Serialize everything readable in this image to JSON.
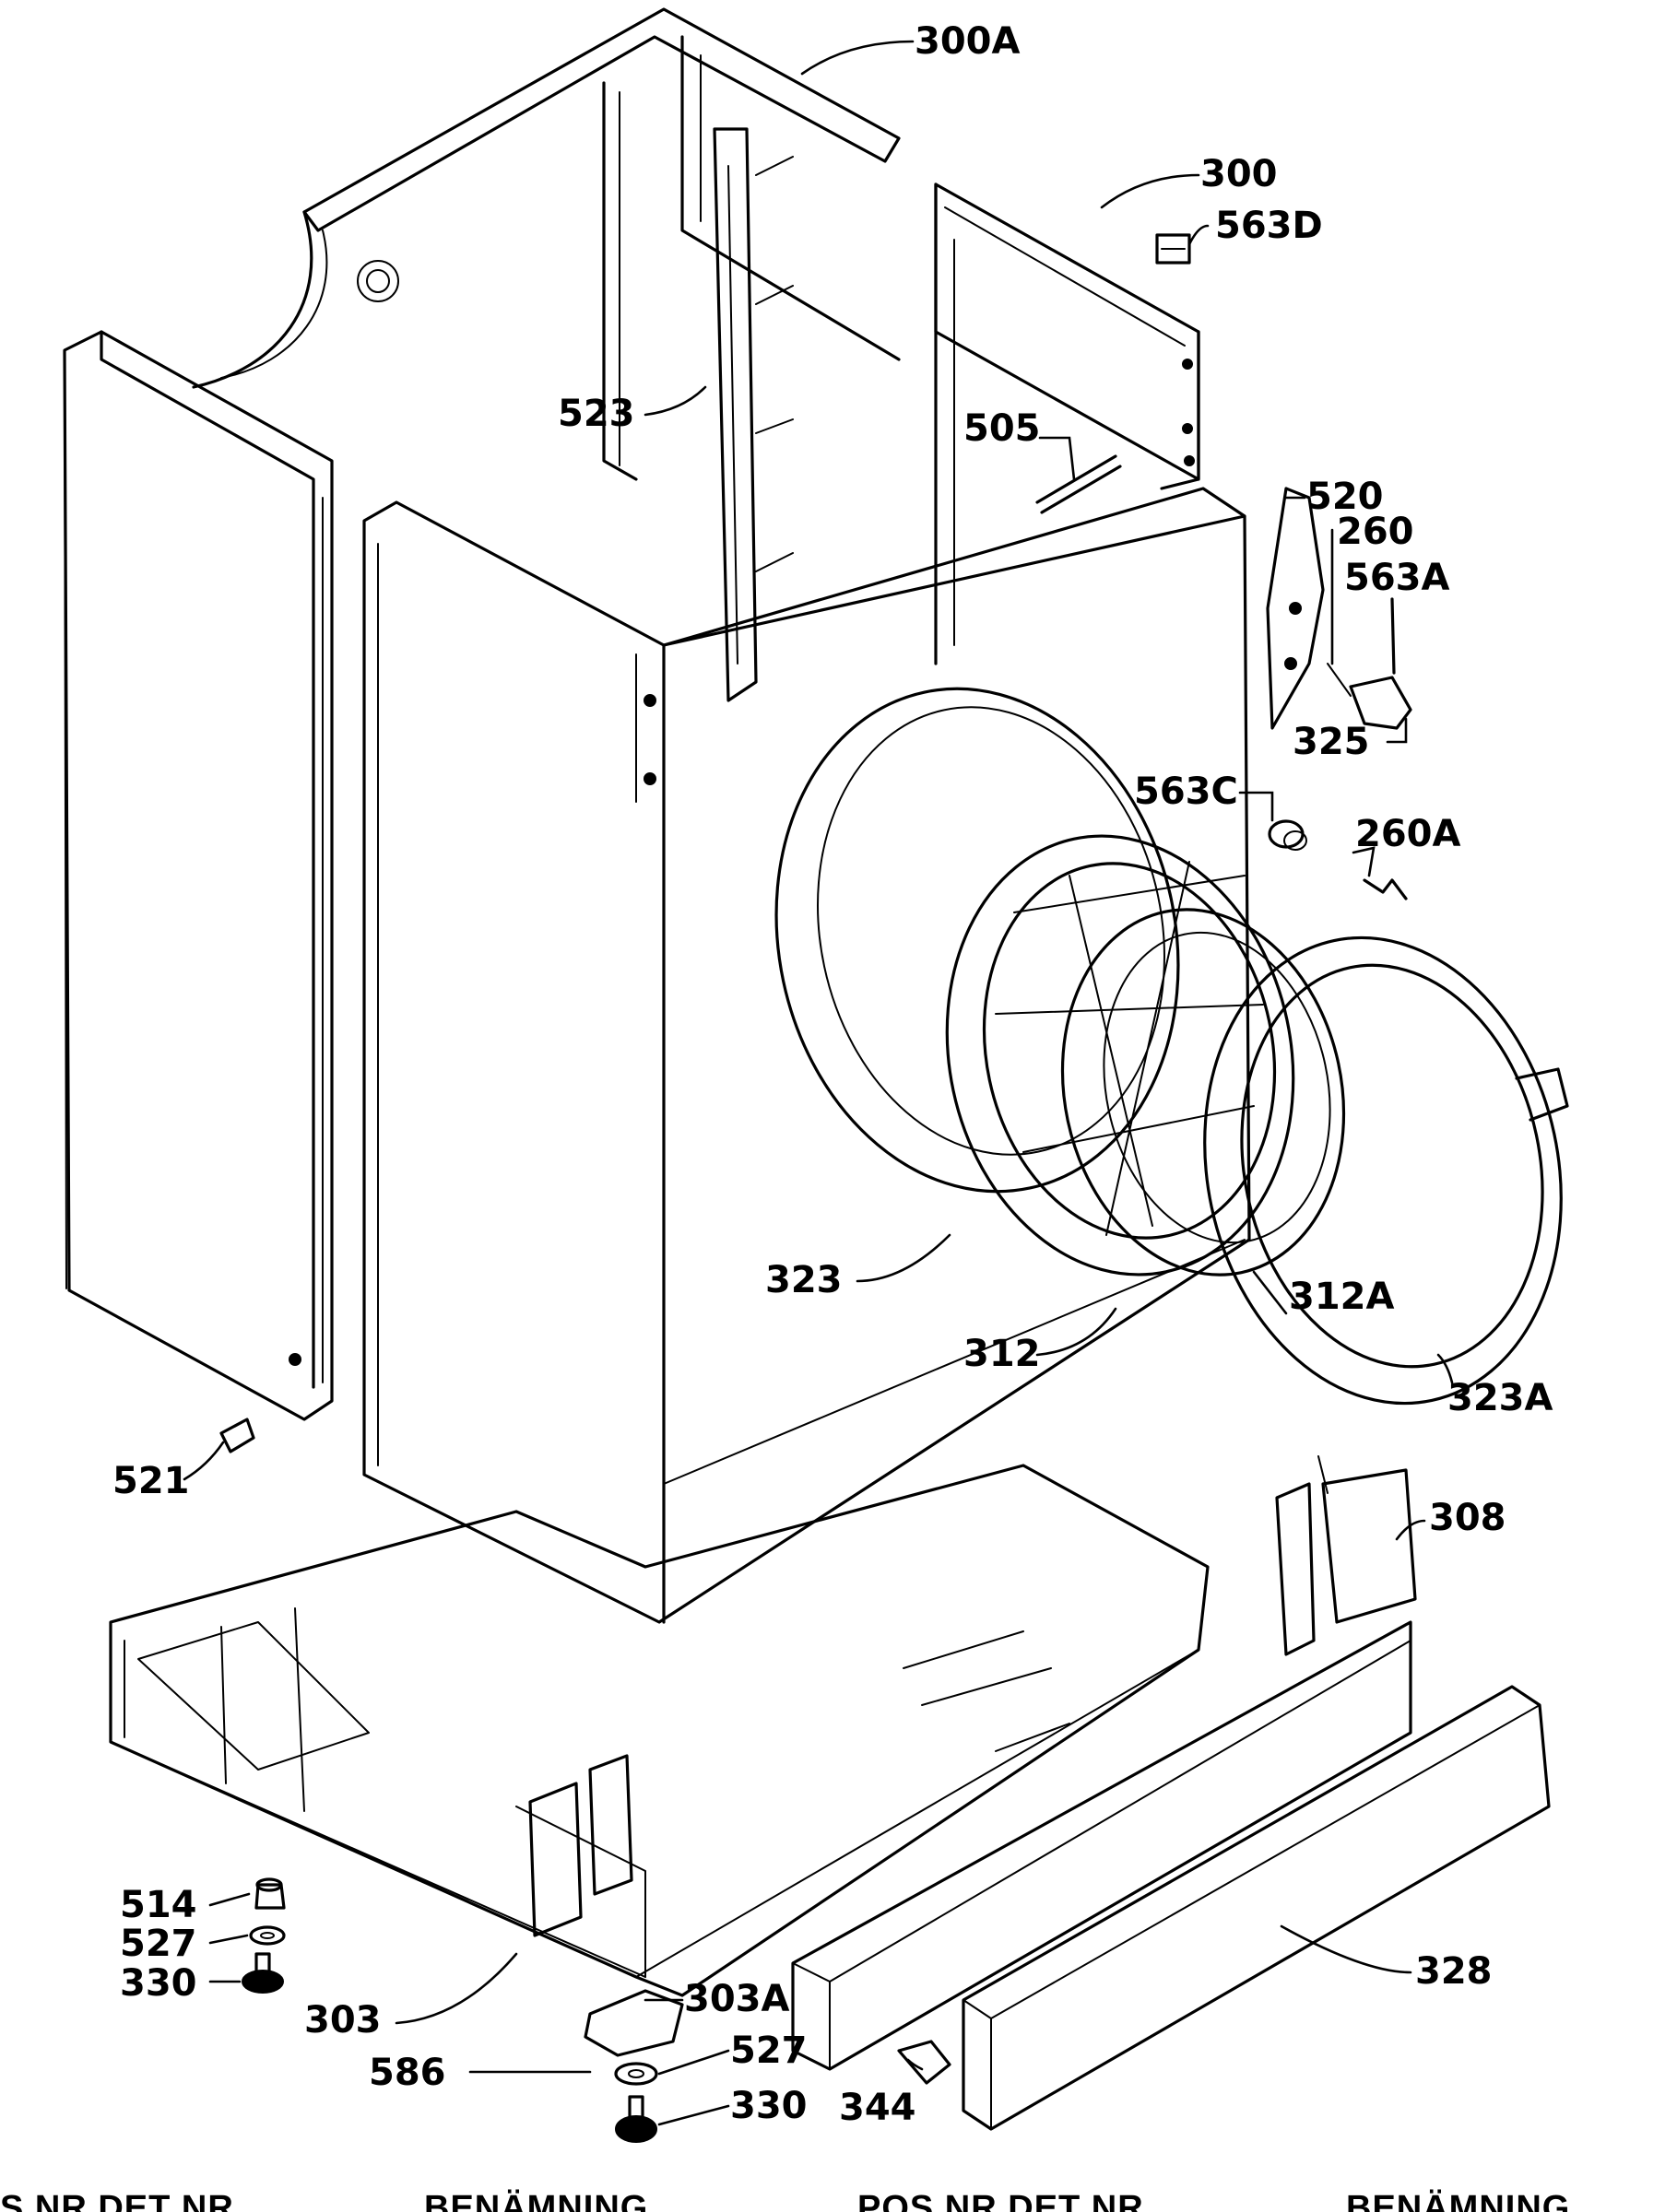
{
  "labels": {
    "l300A": "300A",
    "l300": "300",
    "l563D": "563D",
    "l523": "523",
    "l505": "505",
    "l520": "520",
    "l260": "260",
    "l563A": "563A",
    "l325": "325",
    "l563C": "563C",
    "l260A": "260A",
    "l323": "323",
    "l312A": "312A",
    "l312": "312",
    "l323A": "323A",
    "l521": "521",
    "l308": "308",
    "l514": "514",
    "l527a": "527",
    "l330a": "330",
    "l303": "303",
    "l303A": "303A",
    "l586": "586",
    "l527b": "527",
    "l330b": "330",
    "l344": "344",
    "l328": "328"
  },
  "table_header": {
    "col1": "S NR DET NR",
    "col2": "BENÄMNING",
    "col3": "POS NR DET NR",
    "col4": "BENÄMNING"
  }
}
